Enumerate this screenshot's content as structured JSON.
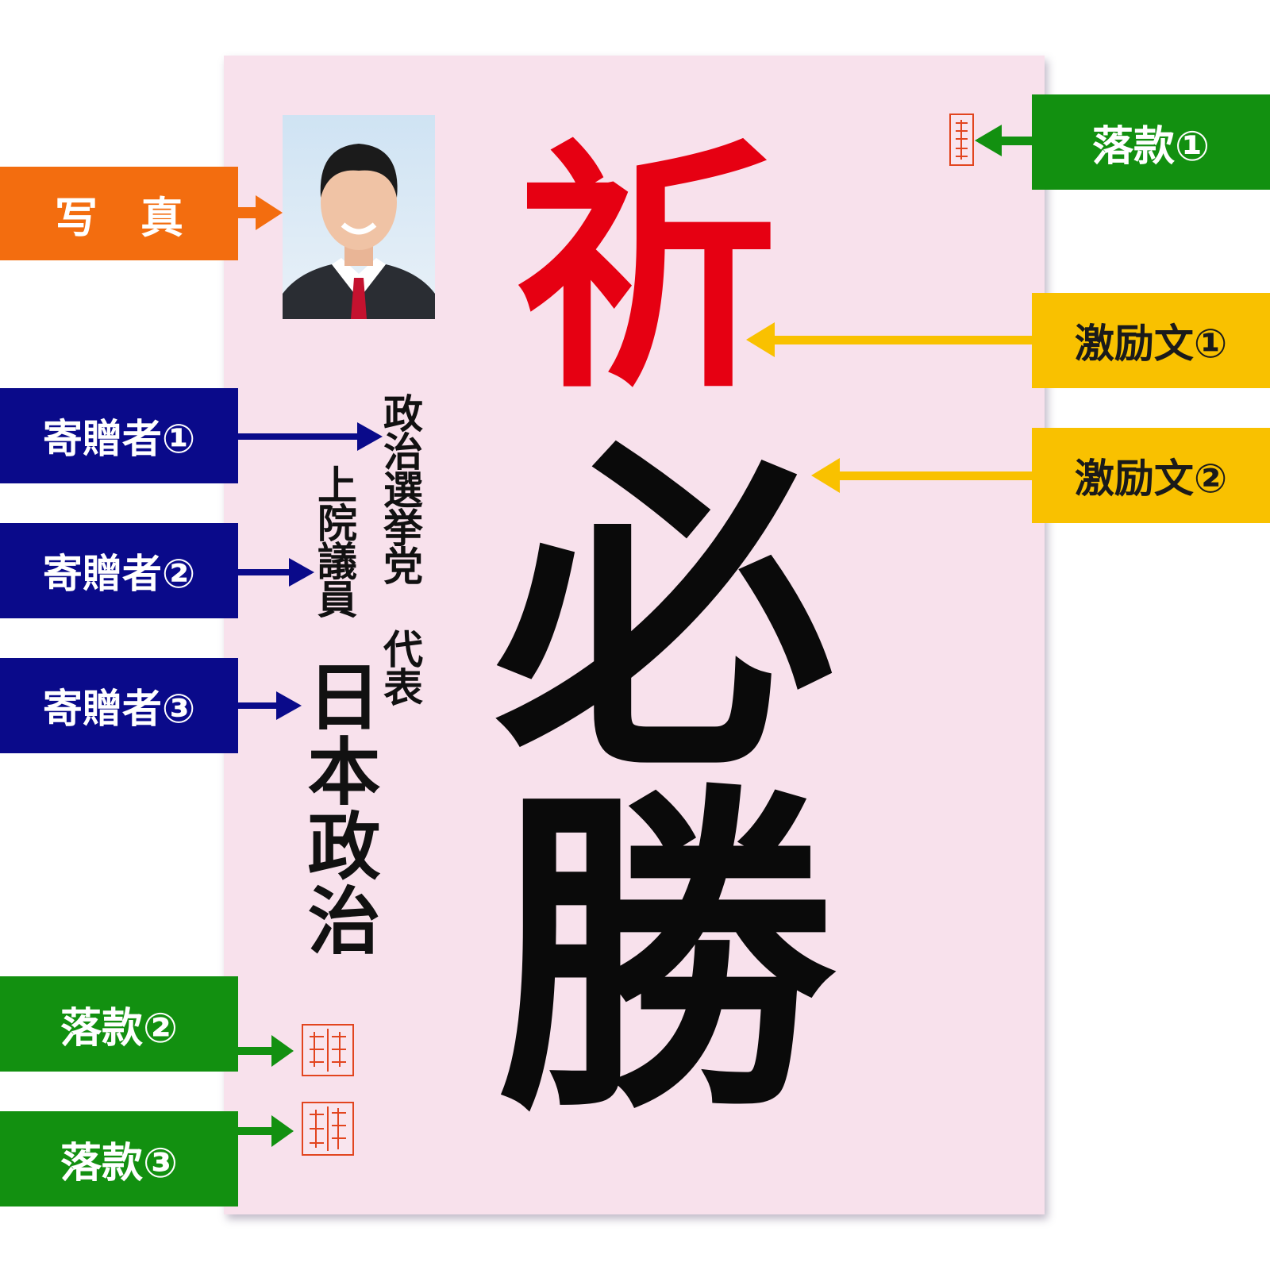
{
  "labels": {
    "photo": "写　真",
    "seal1": "落款①",
    "seal2": "落款②",
    "seal3": "落款③",
    "message1": "激励文①",
    "message2": "激励文②",
    "donor1": "寄贈者①",
    "donor2": "寄贈者②",
    "donor3": "寄贈者③"
  },
  "poster": {
    "message1": "祈",
    "message2": "必勝",
    "donor1": "政治選挙党 代表",
    "donor2": "上院議員",
    "donor3": "日本政治"
  },
  "colors": {
    "orange": "#f36d0f",
    "green": "#129010",
    "yellow": "#f9c100",
    "navy": "#0a0a8a",
    "poster_bg": "#f8e1ec",
    "accent_red": "#e60012",
    "seal_red": "#e2451f"
  }
}
